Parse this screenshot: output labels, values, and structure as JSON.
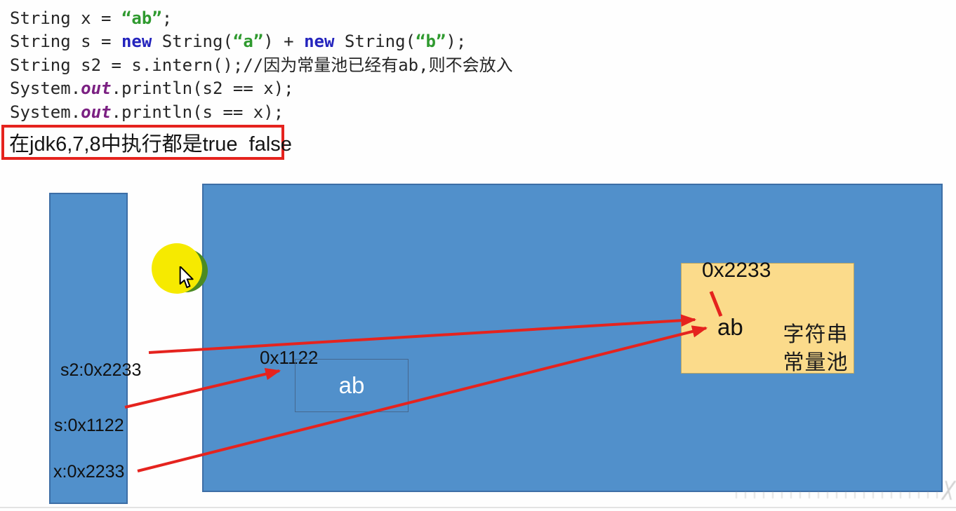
{
  "code": {
    "lines": [
      {
        "segments": [
          {
            "text": "String x = ",
            "style": "plain"
          },
          {
            "text": "“ab”",
            "style": "string"
          },
          {
            "text": ";",
            "style": "plain"
          }
        ]
      },
      {
        "segments": [
          {
            "text": "String s = ",
            "style": "plain"
          },
          {
            "text": "new",
            "style": "keyword"
          },
          {
            "text": " String(",
            "style": "plain"
          },
          {
            "text": "“a”",
            "style": "string"
          },
          {
            "text": ") + ",
            "style": "plain"
          },
          {
            "text": "new",
            "style": "keyword"
          },
          {
            "text": " String(",
            "style": "plain"
          },
          {
            "text": "“b”",
            "style": "string"
          },
          {
            "text": ");",
            "style": "plain"
          }
        ]
      },
      {
        "segments": [
          {
            "text": "String s2 = s.intern();//因为常量池已经有ab,则不会放入",
            "style": "plain"
          }
        ]
      },
      {
        "segments": [
          {
            "text": "System.",
            "style": "plain"
          },
          {
            "text": "out",
            "style": "field"
          },
          {
            "text": ".println(s2 == x);",
            "style": "plain"
          }
        ]
      },
      {
        "segments": [
          {
            "text": "System.",
            "style": "plain"
          },
          {
            "text": "out",
            "style": "field"
          },
          {
            "text": ".println(s == x);",
            "style": "plain"
          }
        ]
      }
    ]
  },
  "result_note": "在jdk6,7,8中执行都是true  false",
  "diagram": {
    "stack_labels": [
      {
        "text": "s2:0x2233"
      },
      {
        "text": "s:0x1122"
      },
      {
        "text": "x:0x2233"
      }
    ],
    "heap_object": {
      "address": "0x1122",
      "value": "ab"
    },
    "pool": {
      "address": "0x2233",
      "value": "ab",
      "label_line1": "字符串",
      "label_line2": "常量池"
    }
  },
  "colors": {
    "shape_blue": "#5190cb",
    "shape_blue_border": "#3d6ea6",
    "pool_yellow": "#fbdb8b",
    "arrow_red": "#e5231e",
    "string_green": "#2f9a2f",
    "keyword_blue": "#2424bd",
    "field_purple": "#7b2082",
    "highlight_yellow": "#f6ea00",
    "highlight_green": "#4c8b22"
  }
}
